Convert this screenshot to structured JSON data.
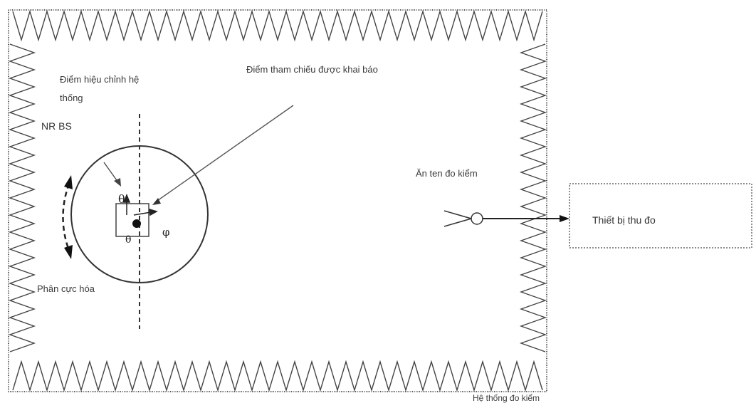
{
  "labels": {
    "declared_reference_point": "Điểm tham chiếu được khai báo",
    "system_calibration_point_line1": "Điểm hiệu chỉnh hệ",
    "system_calibration_point_line2": "thống",
    "nr_bs": "NR BS",
    "polarization": "Phân cực hóa",
    "test_antenna": "Ăn ten đo kiểm",
    "receiver_equipment": "Thiết bị thu đo",
    "test_system": "Hệ thống đo kiểm"
  },
  "symbols": {
    "theta": "θ",
    "phi": "φ"
  }
}
